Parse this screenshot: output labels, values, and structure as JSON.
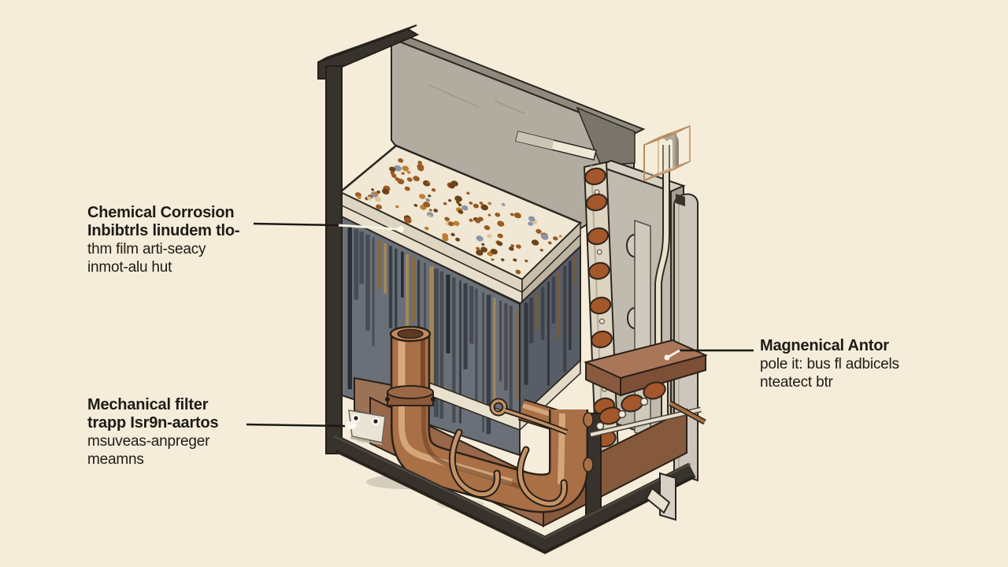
{
  "scene": {
    "background": "#f5edda",
    "subject": "isometric cutaway diagram of a corrosion-protection water tank with copper piping"
  },
  "labels": {
    "chemical_corrosion": {
      "line1": "Chemical Corrosion",
      "line2": "Inbibtrls linudem tlo-",
      "line3": "thm film arti-seacy",
      "line4": "inmot-alu hut"
    },
    "mechanical_filter": {
      "line1": "Mechanical filter",
      "line2": "trapp Isr9n-aartos",
      "line3": "msuveas-anpreger",
      "line4": "meamns"
    },
    "magnetic_unit": {
      "line1": "Magnenical Antor",
      "line2": "pole it: bus fl adbicels",
      "line3": "nteatect btr"
    }
  },
  "colors": {
    "background": "#f5edda",
    "ink": "#1e1b17",
    "outline": "#2b2722",
    "frame_dark": "#37322b",
    "frame_edge": "#241f1a",
    "panel_gray": "#b2aca0",
    "panel_top": "#8f8a7e",
    "panel_shadow": "#7a756b",
    "lid_cream": "#f0e8d4",
    "tank_front": "#6b7078",
    "tank_side": "#585d66",
    "copper": "#a96f45",
    "copper_highlight": "#dcb184",
    "copper_shadow": "#6e4226",
    "disc_copper": "#a3572a",
    "base_brown": "#99684a",
    "base_brown_dark": "#86583c",
    "shelf_brown": "#a9765a",
    "leader_white": "#f7f1e2",
    "speckle_palette": [
      "#9a5a24",
      "#6b4418",
      "#bf7f33",
      "#8a93a8",
      "#d9c79a"
    ],
    "stripe_palette_front": [
      "#454a52",
      "#343942",
      "#8a683c",
      "#a98b54",
      "#23272e"
    ],
    "stripe_palette_side": [
      "#3c4149",
      "#2d323a",
      "#7a5a34",
      "#8f7342"
    ]
  }
}
